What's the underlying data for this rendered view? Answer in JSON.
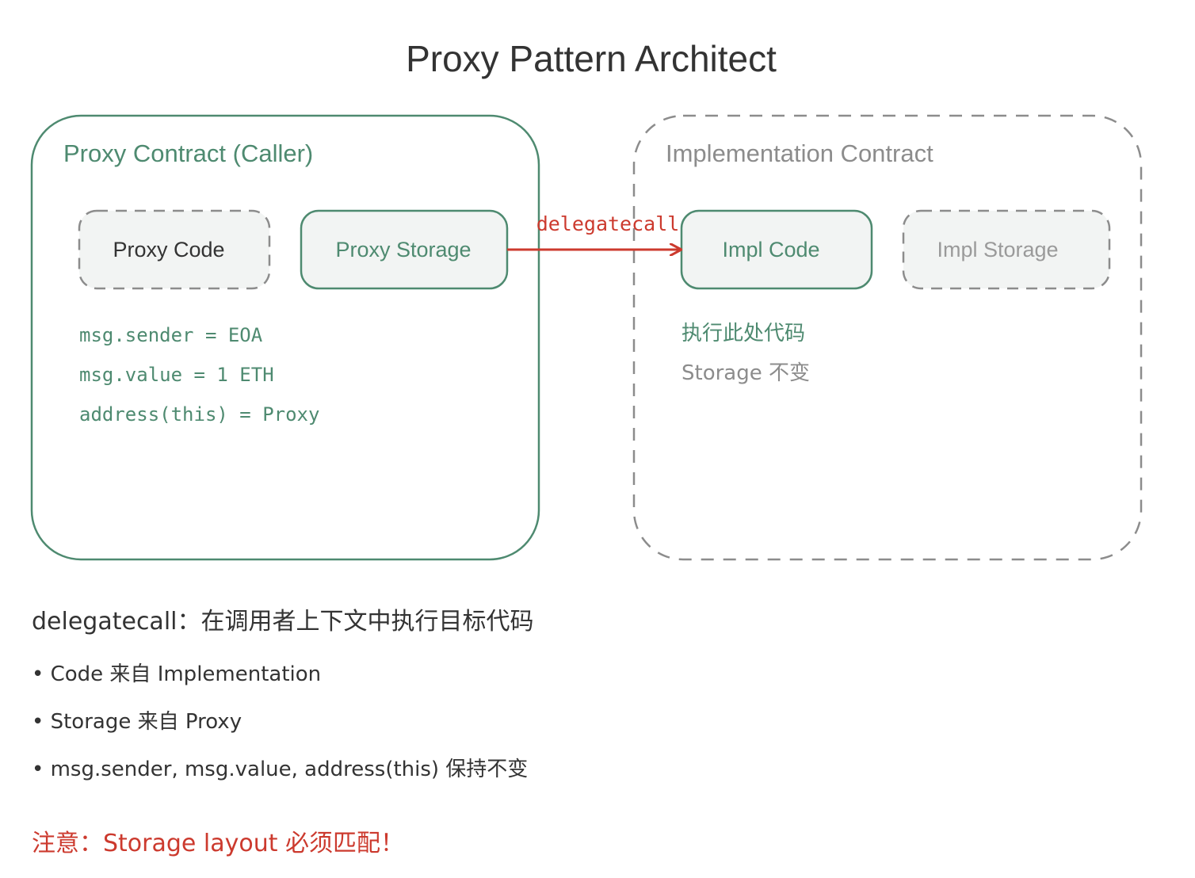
{
  "title": "Proxy Pattern Architect",
  "colors": {
    "green": "#4e8a70",
    "gray": "#8c8c8c",
    "red": "#cc3a2e",
    "text": "#333333",
    "box_fill": "#f2f4f3"
  },
  "proxy_contract": {
    "label": "Proxy Contract (Caller)",
    "code_label": "Proxy Code",
    "storage_label": "Proxy Storage",
    "context_lines": [
      "msg.sender = EOA",
      "msg.value = 1 ETH",
      "address(this) = Proxy"
    ]
  },
  "implementation_contract": {
    "label": "Implementation Contract",
    "code_label": "Impl Code",
    "storage_label": "Impl Storage",
    "note_execute": "执行此处代码",
    "note_storage": "Storage 不变"
  },
  "edge": {
    "label": "delegatecall"
  },
  "explanation": {
    "heading": "delegatecall：在调用者上下文中执行目标代码",
    "bullets": [
      "• Code 来自 Implementation",
      "• Storage 来自 Proxy",
      "• msg.sender, msg.value, address(this) 保持不变"
    ],
    "warning": "注意：Storage layout 必须匹配！"
  }
}
